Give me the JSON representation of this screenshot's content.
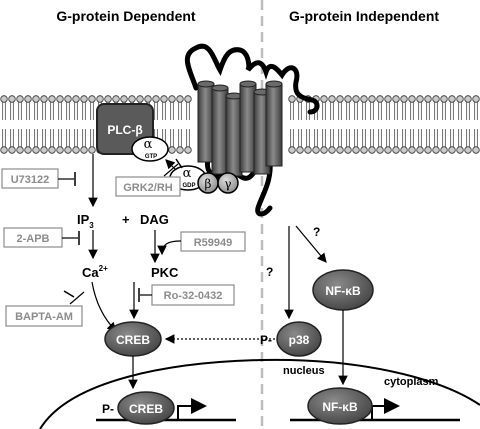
{
  "headers": {
    "left": "G-protein Dependent",
    "right": "G-protein Independent"
  },
  "g_protein": {
    "plc": "PLC-β",
    "alpha": "α",
    "gtp": "GTP",
    "gdp": "GDP",
    "beta": "β",
    "gamma": "γ"
  },
  "inhibitors": {
    "u73122": "U73122",
    "grk2": "GRK2/RH",
    "two_apb": "2-APB",
    "bapta": "BAPTA-AM",
    "r59949": "R59949",
    "ro": "Ro-32-0432"
  },
  "messengers": {
    "ip": "IP",
    "ip_sub": "3",
    "plus": "+",
    "dag": "DAG",
    "ca": "Ca",
    "ca_sup": "2+",
    "pkc": "PKC"
  },
  "nodes": {
    "creb": "CREB",
    "creb_nuclear": "CREB",
    "p38": "p38",
    "nfkb": "NF-κB",
    "nfkb_nuclear": "NF-κB",
    "phospho": "P-"
  },
  "unknown_marks": {
    "q1": "?",
    "q2": "?"
  },
  "compartments": {
    "nucleus": "nucleus",
    "cytoplasm": "cytoplasm"
  },
  "colors": {
    "node_fill": "#5a5a5a",
    "inhibitor_text": "#8c8c8c",
    "divider": "#bdbdbd"
  }
}
